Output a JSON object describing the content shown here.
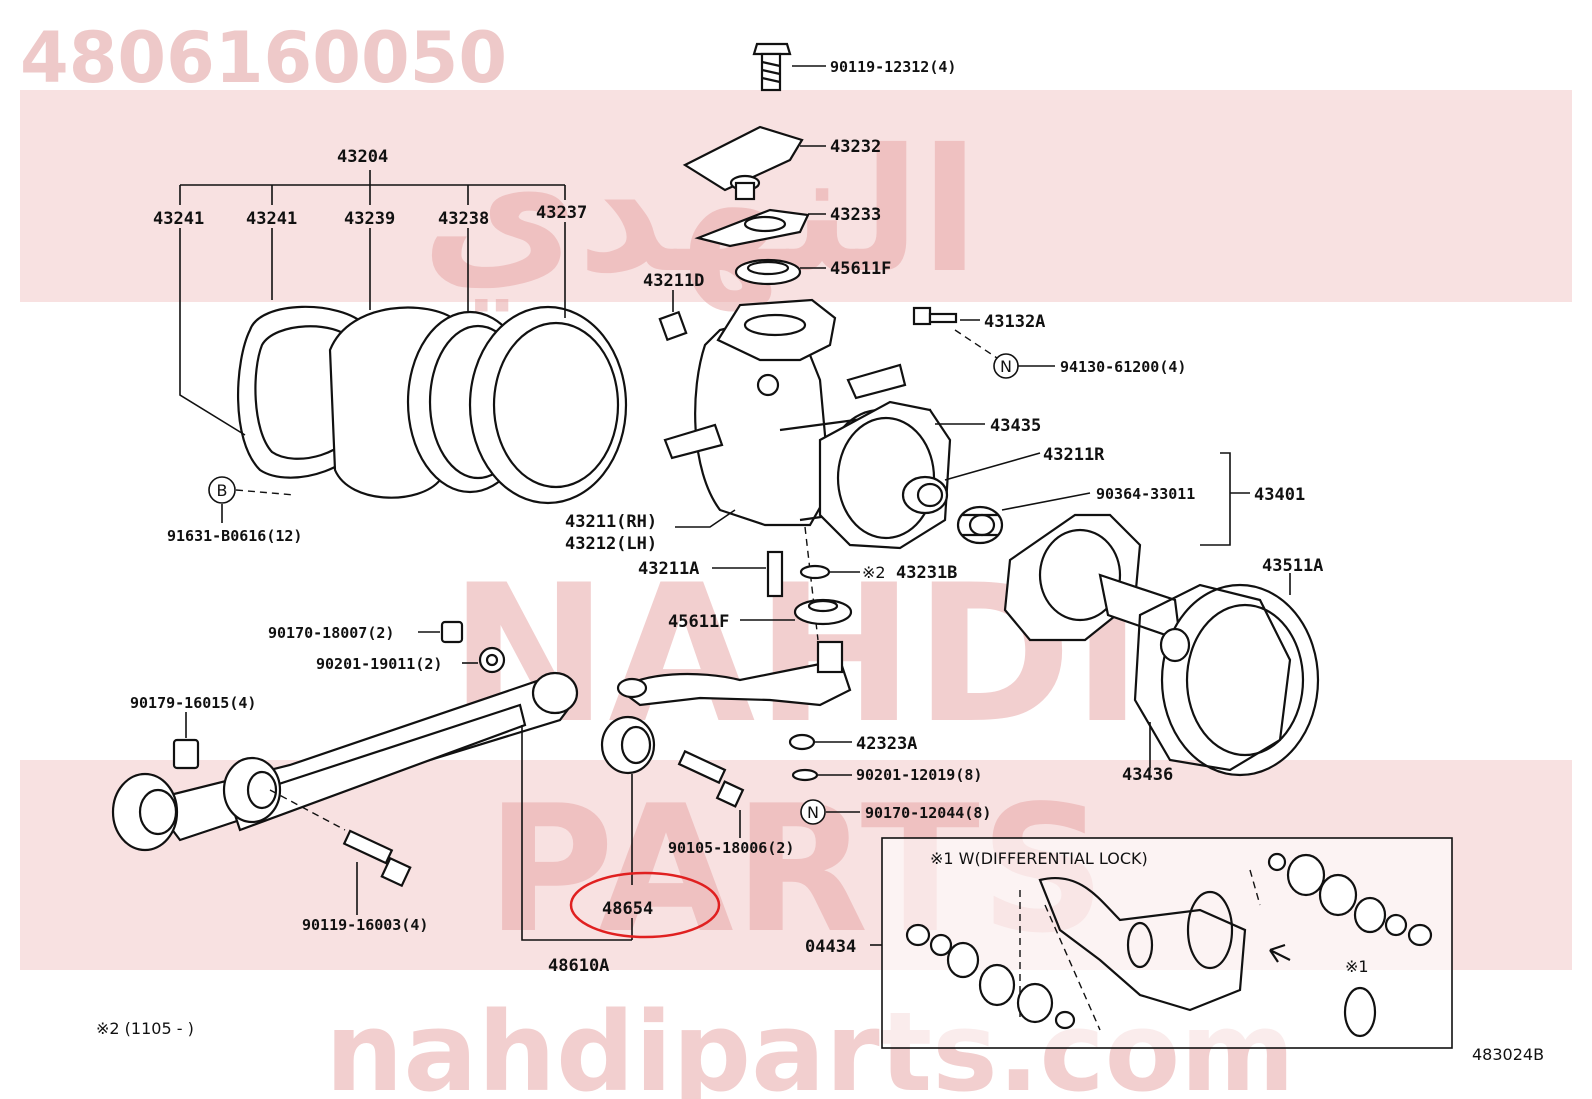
{
  "watermark": {
    "part_number": "4806160050",
    "arabic_brand": "النهدي",
    "latin_brand": "NAHDI",
    "latin_brand_2": "PARTS",
    "site": "nahdiparts.com"
  },
  "labels": {
    "l_90119_12312": "90119-12312(4)",
    "l_43232": "43232",
    "l_43233": "43233",
    "l_45611F_top": "45611F",
    "l_43211D": "43211D",
    "l_43132A": "43132A",
    "l_94130": "94130-61200(4)",
    "l_43435": "43435",
    "l_43211R": "43211R",
    "l_90364": "90364-33011",
    "l_43401": "43401",
    "l_43204": "43204",
    "l_43241a": "43241",
    "l_43241b": "43241",
    "l_43239": "43239",
    "l_43238": "43238",
    "l_43237": "43237",
    "l_91631": "91631-B0616(12)",
    "l_43211rh": "43211(RH)",
    "l_43212lh": "43212(LH)",
    "l_43211A": "43211A",
    "l_note2": "※2",
    "l_43231B": "43231B",
    "l_45611F_bot": "45611F",
    "l_43511A": "43511A",
    "l_90170_18007": "90170-18007(2)",
    "l_90201_19011": "90201-19011(2)",
    "l_90179": "90179-16015(4)",
    "l_42323A": "42323A",
    "l_90201_12019": "90201-12019(8)",
    "l_90170_12044": "90170-12044(8)",
    "l_43436": "43436",
    "l_90105": "90105-18006(2)",
    "l_48654": "48654",
    "l_90119_16003": "90119-16003(4)",
    "l_48610A": "48610A",
    "l_04434": "04434",
    "l_diff_lock": "※1 W(DIFFERENTIAL LOCK)",
    "l_note1": "※1",
    "l_footnote": "※2 (1105 -       )",
    "l_diagram_id": "483024B",
    "callout_B": "B",
    "callout_N1": "N",
    "callout_N2": "N"
  },
  "colors": {
    "highlight_ring": "#e02020",
    "watermark": "#e8a8a8",
    "ink": "#111111"
  }
}
